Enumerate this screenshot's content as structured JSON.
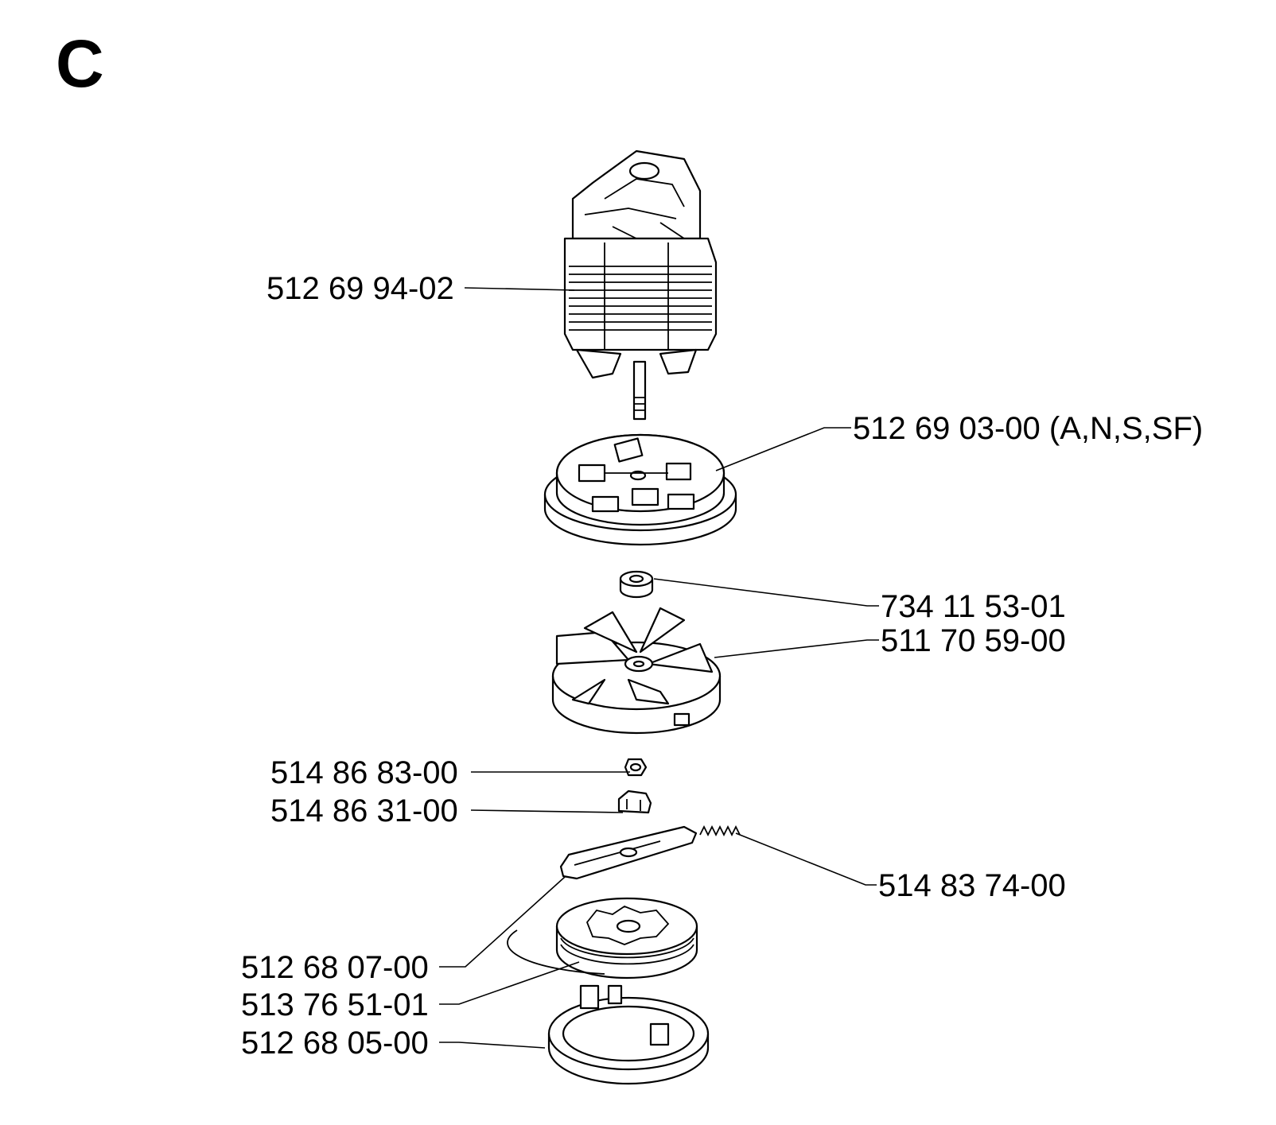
{
  "section_letter": "C",
  "parts": [
    {
      "id": "motor",
      "label": "512 69 94-02",
      "icon": "electric-motor-icon"
    },
    {
      "id": "brush-holder",
      "label": "512 69 03-00 (A,N,S,SF)",
      "icon": "brush-holder-plate-icon"
    },
    {
      "id": "bushing",
      "label": "734 11 53-01",
      "icon": "bushing-icon"
    },
    {
      "id": "fan",
      "label": "511 70 59-00",
      "icon": "fan-impeller-icon"
    },
    {
      "id": "nut",
      "label": "514 86 83-00",
      "icon": "nut-icon"
    },
    {
      "id": "clip",
      "label": "514 86 31-00",
      "icon": "clip-icon"
    },
    {
      "id": "spring",
      "label": "514 83 74-00",
      "icon": "spring-icon"
    },
    {
      "id": "lever",
      "label": "512 68 07-00",
      "icon": "lever-icon"
    },
    {
      "id": "spool",
      "label": "513 76 51-01",
      "icon": "trimmer-spool-icon"
    },
    {
      "id": "spool-cover",
      "label": "512 68 05-00",
      "icon": "spool-cover-ring-icon"
    }
  ]
}
